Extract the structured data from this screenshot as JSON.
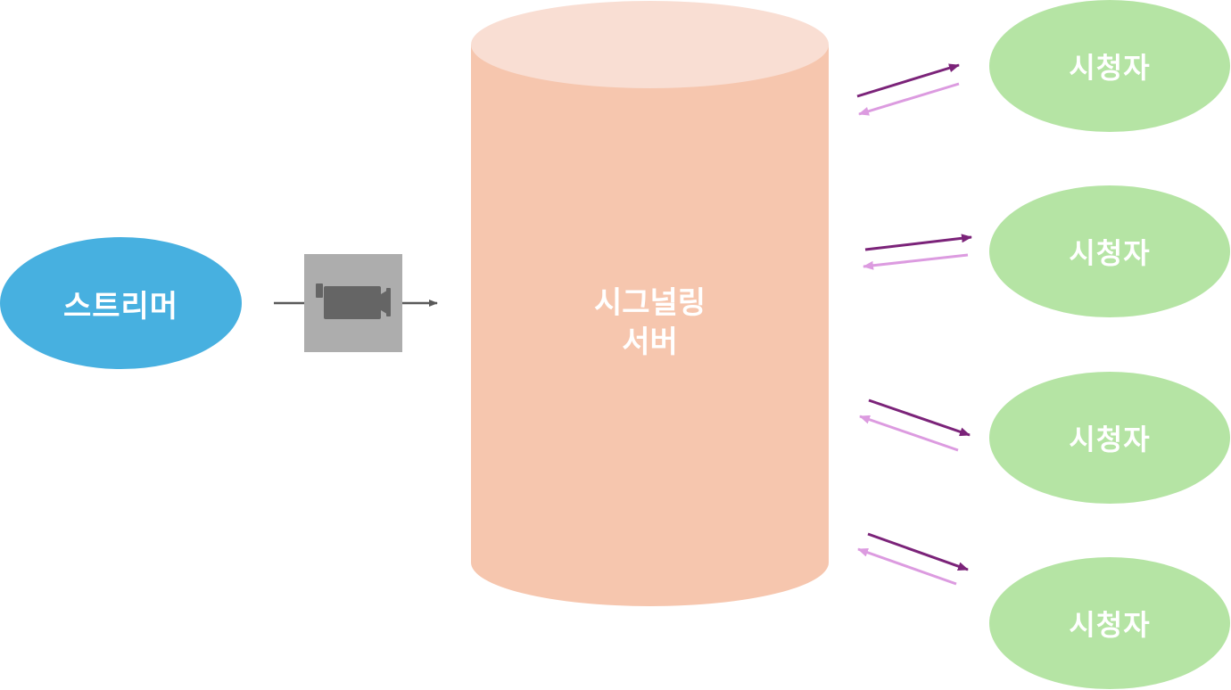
{
  "streamer": {
    "label": "스트리머",
    "color": "#47b0e0"
  },
  "camera": {
    "icon": "video-camera-icon",
    "box_color": "#adadad",
    "icon_color": "#656565"
  },
  "server": {
    "line1": "시그널링",
    "line2": "서버",
    "top_color": "#f9ded3",
    "body_color": "#f6c6ae"
  },
  "viewers": [
    {
      "label": "시청자"
    },
    {
      "label": "시청자"
    },
    {
      "label": "시청자"
    },
    {
      "label": "시청자"
    }
  ],
  "viewer_color": "#b5e4a4",
  "arrow_colors": {
    "outgoing": "#7b2379",
    "incoming": "#dc9be0",
    "stream": "#595959"
  }
}
